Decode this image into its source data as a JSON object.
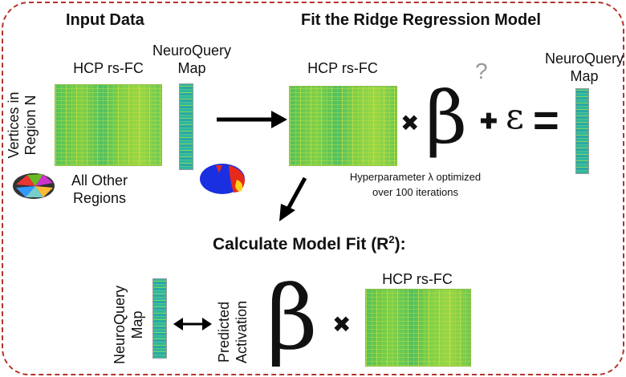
{
  "input_section": {
    "title": "Input Data",
    "matrix_label": "HCP rs-FC",
    "map_label": "NeuroQuery Map",
    "row_axis": "Vertices in Region N",
    "col_axis": "All Other Regions"
  },
  "fit_section": {
    "title": "Fit the Ridge Regression Model",
    "matrix_label": "HCP rs-FC",
    "map_label": "NeuroQuery Map",
    "times": "✖",
    "beta": "β",
    "question": "?",
    "plus": "✚",
    "epsilon": "ε",
    "equals": "=",
    "note_line1": "Hyperparameter λ optimized",
    "note_line2": "over 100 iterations"
  },
  "eval_section": {
    "title": "Calculate Model Fit (R",
    "title_sup": "2",
    "title_end": "):",
    "map_label": "NeuroQuery Map",
    "predicted_label": "Predicted Activation",
    "beta": "β",
    "times": "✖",
    "matrix_label": "HCP rs-FC"
  },
  "colors": {
    "border": "#b3332b"
  }
}
